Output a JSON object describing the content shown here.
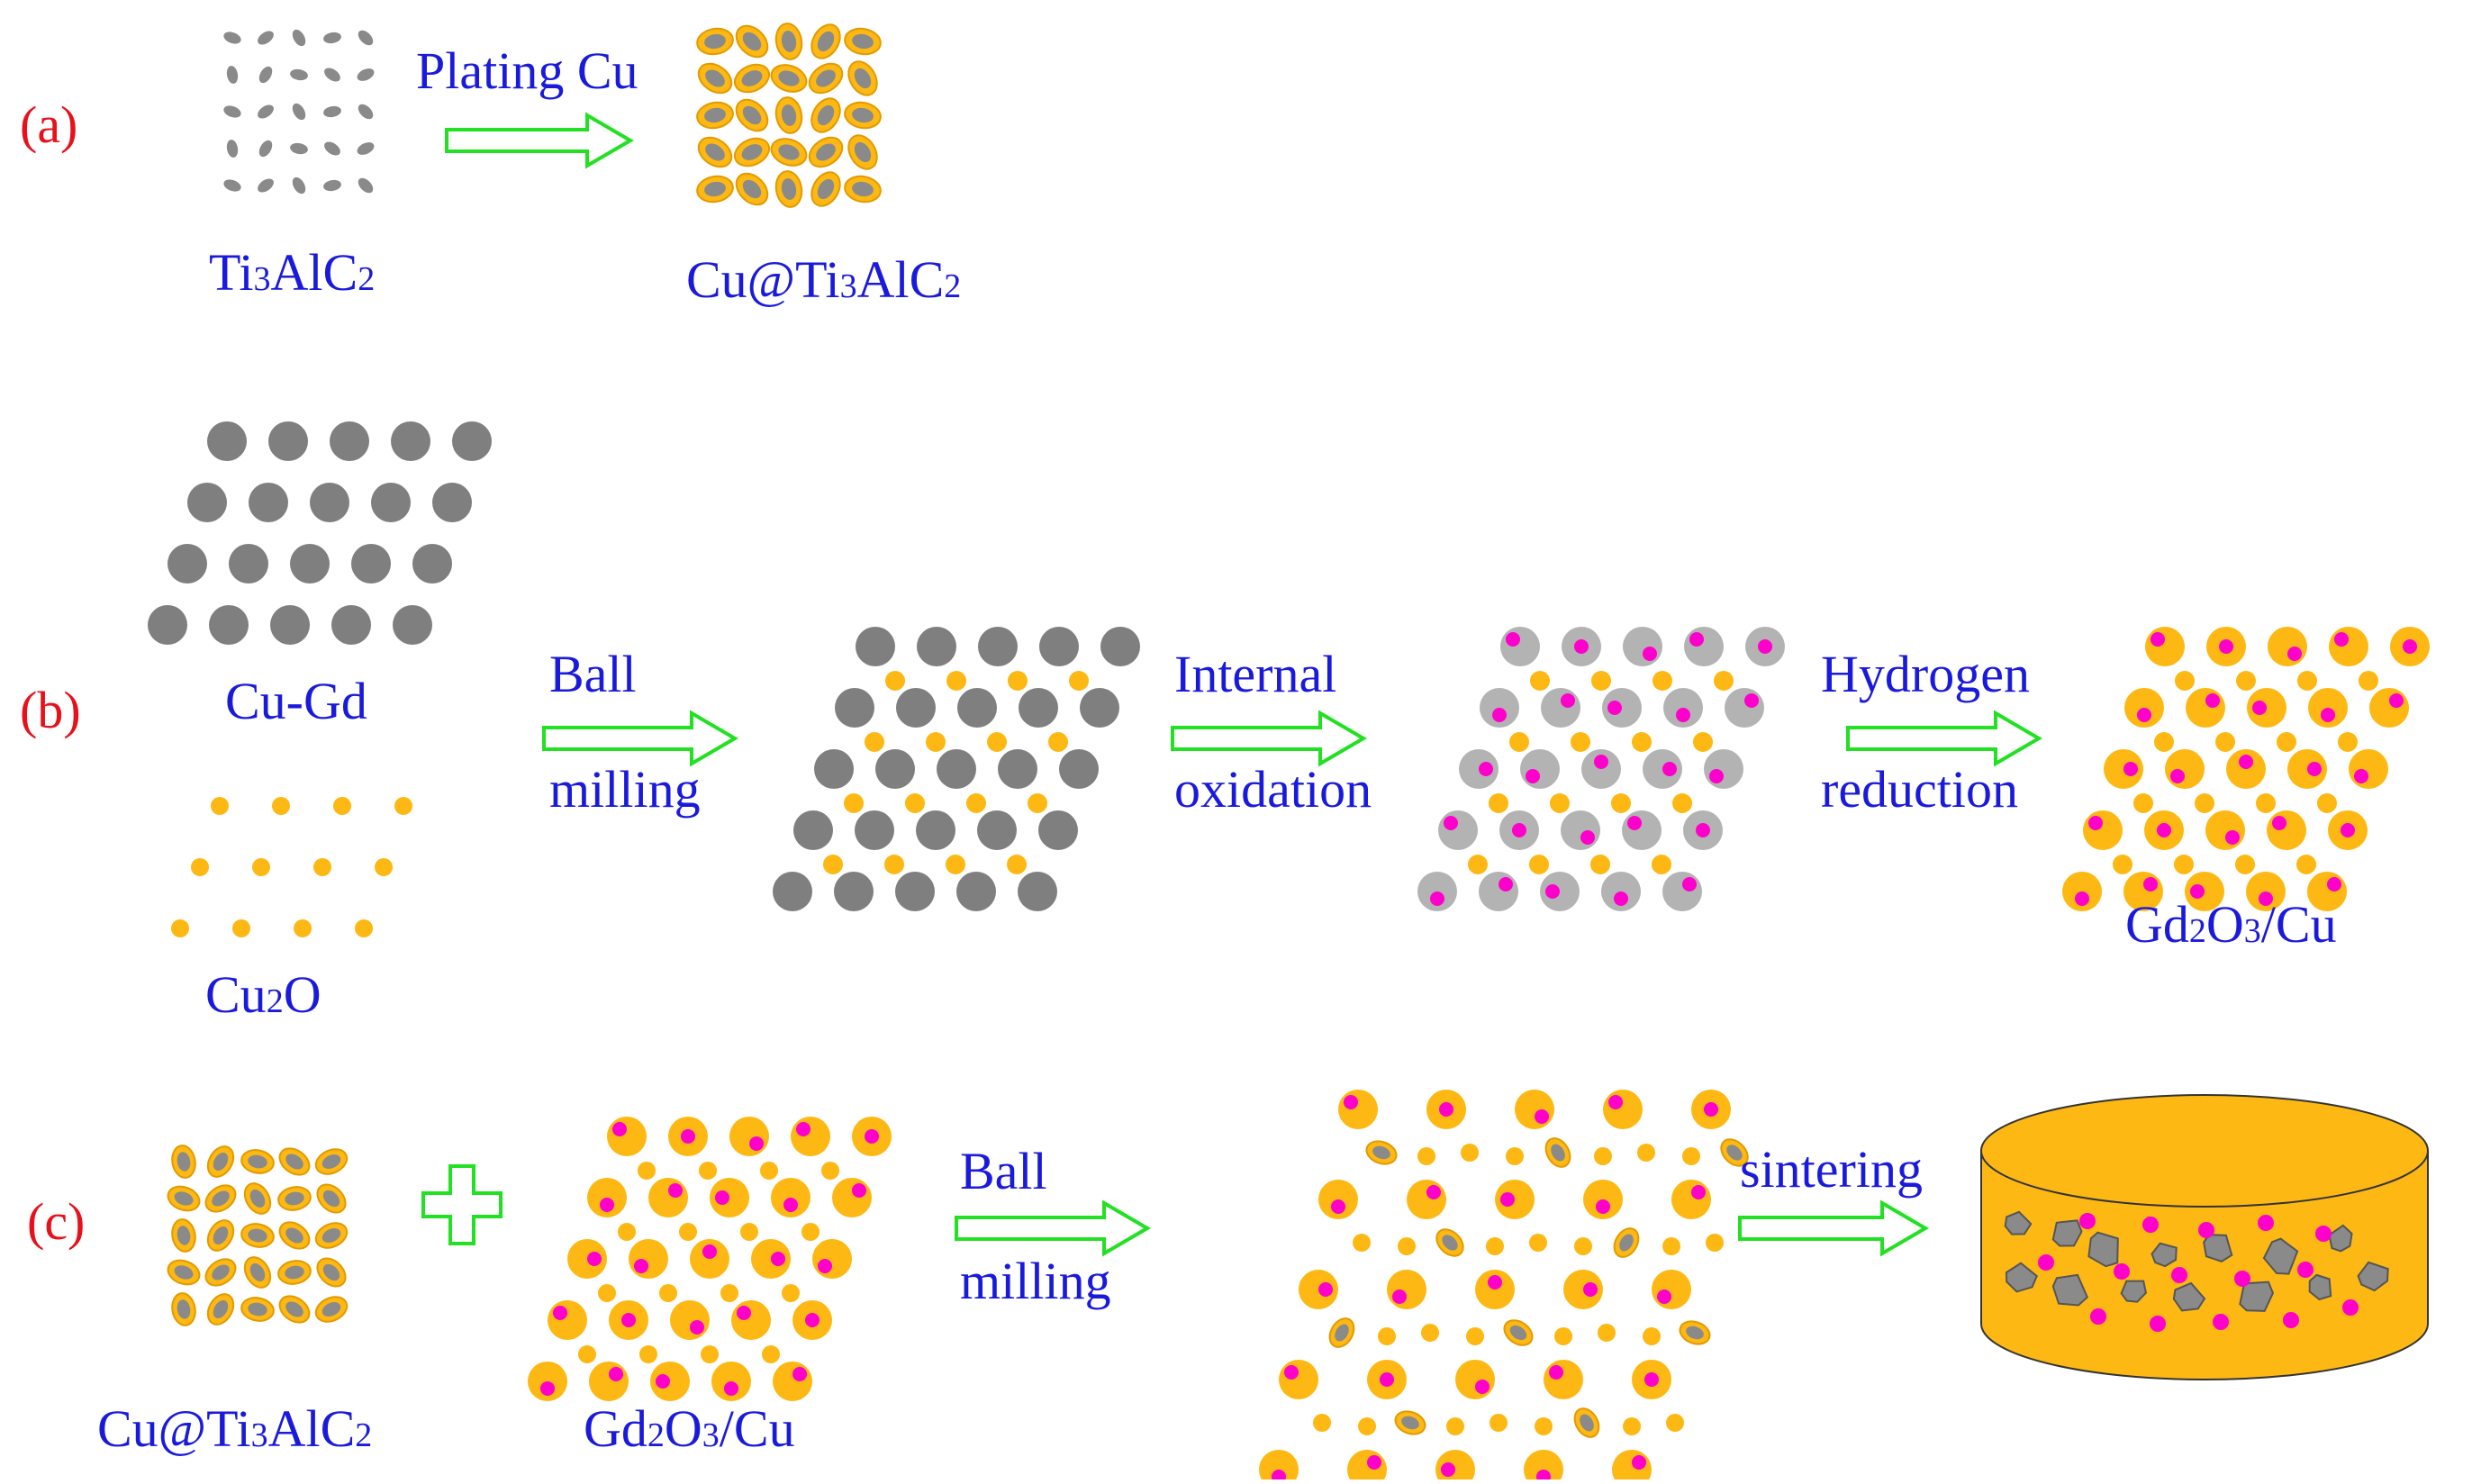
{
  "colors": {
    "panel_label": "#e8101a",
    "text": "#1a1adc",
    "arrow": "#22e022",
    "copper": "#fdb813",
    "copper_edge": "#e29a00",
    "gd_alloy": "#7f7f7f",
    "oxidized": "#b3b3b3",
    "gd2o3": "#ff00cc",
    "ti3alc2": "#8a8a8a"
  },
  "panel_a": {
    "label": "(a)",
    "reactant": {
      "main": "Ti",
      "s1": "3",
      "mid": "AlC",
      "s2": "2"
    },
    "arrow_label": "Plating Cu",
    "product": {
      "pre": "Cu@Ti",
      "s1": "3",
      "mid": "AlC",
      "s2": "2"
    }
  },
  "panel_b": {
    "label": "(b)",
    "powder1": "Cu-Gd",
    "powder2": {
      "pre": "Cu",
      "s1": "2",
      "post": "O"
    },
    "step1": {
      "l1": "Ball",
      "l2": "milling"
    },
    "step2": {
      "l1": "Internal",
      "l2": "oxidation"
    },
    "step3": {
      "l1": "Hydrogen",
      "l2": "reduction"
    },
    "product": {
      "pre": "Gd",
      "s1": "2",
      "mid": "O",
      "s2": "3",
      "post": "/Cu"
    }
  },
  "panel_c": {
    "label": "(c)",
    "input1": {
      "pre": "Cu@Ti",
      "s1": "3",
      "mid": "AlC",
      "s2": "2"
    },
    "input2": {
      "pre": "Gd",
      "s1": "2",
      "mid": "O",
      "s2": "3",
      "post": "/Cu"
    },
    "step1": {
      "l1": "Ball",
      "l2": "milling"
    },
    "step2": "sintering"
  }
}
